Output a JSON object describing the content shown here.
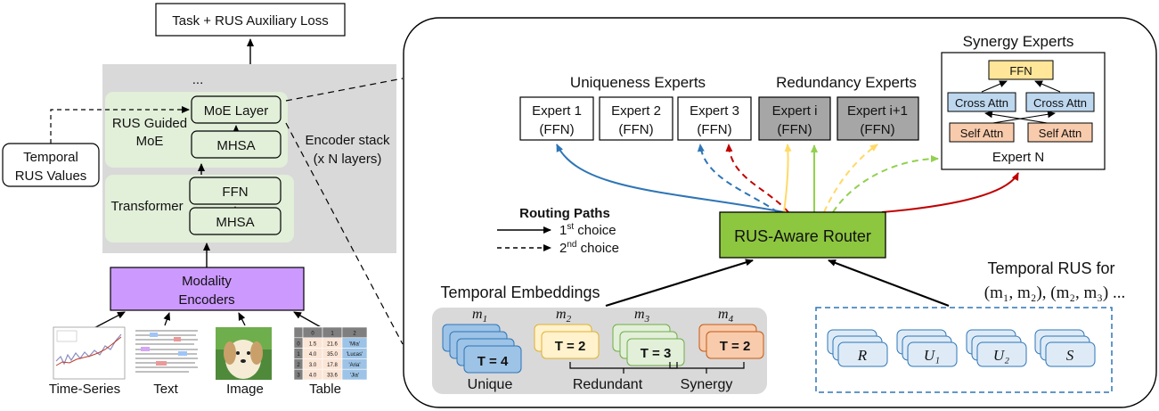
{
  "left": {
    "task_loss": "Task + RUS Auxiliary Loss",
    "ellipsis": "...",
    "moe_layer": "MoE Layer",
    "mhsa": "MHSA",
    "rus_guided": [
      "RUS Guided",
      "MoE"
    ],
    "encoder_stack": [
      "Encoder stack",
      "(x N layers)"
    ],
    "temporal_rus_values": [
      "Temporal",
      "RUS Values"
    ],
    "ffn": "FFN",
    "transformer": "Transformer",
    "modality_encoders": [
      "Modality",
      "Encoders"
    ],
    "inputs": [
      "Time-Series",
      "Text",
      "Image",
      "Table"
    ],
    "table_thumb": {
      "header": [
        "",
        "0",
        "1",
        "2"
      ],
      "rows": [
        [
          "0",
          "1.5",
          "21.6",
          "'Mia'"
        ],
        [
          "1",
          "4.0",
          "35.0",
          "'Lucas'"
        ],
        [
          "2",
          "3.0",
          "17.8",
          "'Aria'"
        ],
        [
          "3",
          "4.0",
          "33.6",
          "'Jia'"
        ]
      ]
    }
  },
  "right": {
    "uniqueness_title": "Uniqueness Experts",
    "redundancy_title": "Redundancy Experts",
    "synergy_title": "Synergy Experts",
    "experts": [
      {
        "name": "Expert 1",
        "sub": "(FFN)"
      },
      {
        "name": "Expert 2",
        "sub": "(FFN)"
      },
      {
        "name": "Expert 3",
        "sub": "(FFN)"
      },
      {
        "name": "Expert i",
        "sub": "(FFN)"
      },
      {
        "name": "Expert i+1",
        "sub": "(FFN)"
      }
    ],
    "synergy": {
      "ffn": "FFN",
      "cross_attn": "Cross Attn",
      "self_attn": "Self Attn",
      "expert_n": "Expert N"
    },
    "router": "RUS-Aware Router",
    "routing_legend": {
      "title": "Routing Paths",
      "first_num": "1",
      "first_sup": "st",
      "first_rest": " choice",
      "second_num": "2",
      "second_sup": "nd",
      "second_rest": " choice"
    },
    "temporal_embeddings": "Temporal Embeddings",
    "modalities": [
      "m",
      "m",
      "m",
      "m"
    ],
    "modality_subs": [
      "1",
      "2",
      "3",
      "4"
    ],
    "t_values": [
      "T = 4",
      "T = 2",
      "T = 3",
      "T = 2"
    ],
    "groups": [
      "Unique",
      "Redundant",
      "Synergy"
    ],
    "temporal_rus_for": "Temporal RUS for",
    "rus_pairs": "(m₁, m₂), (m₂, m₃) ...",
    "rus_cards": [
      "R",
      "U₁",
      "U₂",
      "S"
    ]
  },
  "colors": {
    "expert_gray": "#a6a6a6",
    "router_green": "#8dc63f",
    "moe_green": "#e2efd9",
    "encoder_bg": "#d9d9d9",
    "modality_purple": "#cc99ff",
    "blue_path": "#2e75b6",
    "red_path": "#c00000",
    "yellow_path": "#ffd966",
    "green_path": "#92d050"
  }
}
